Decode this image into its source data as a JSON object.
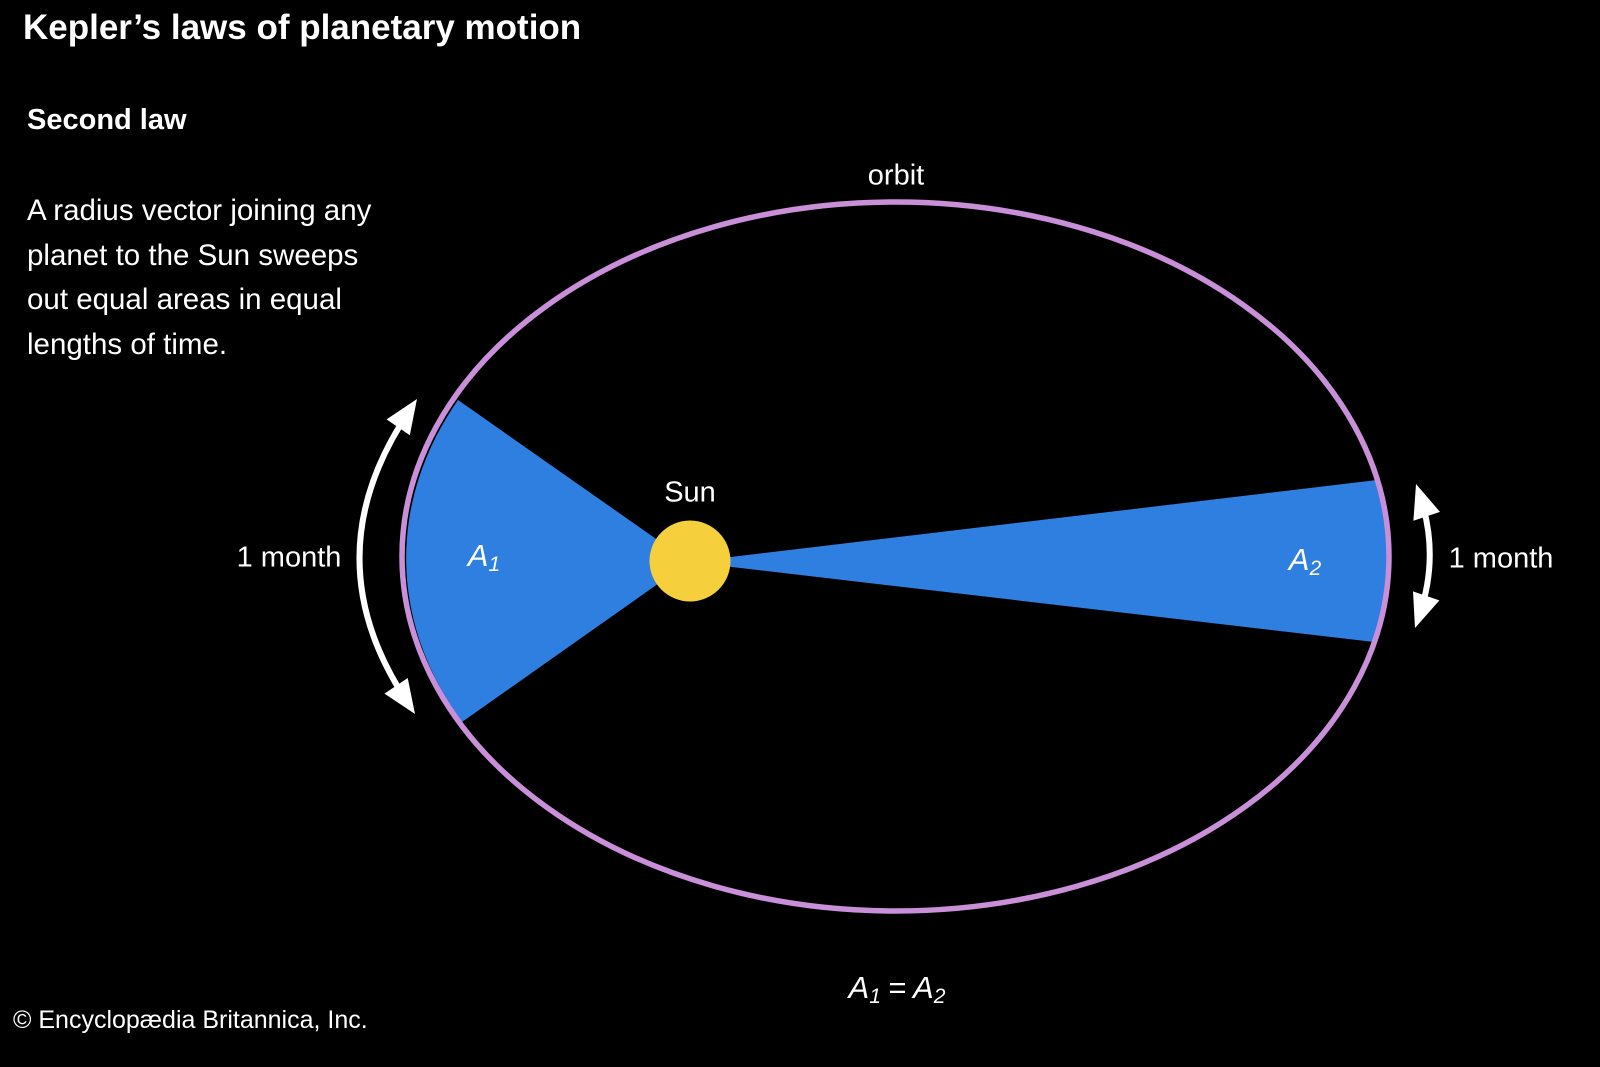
{
  "page": {
    "title": "Kepler’s laws of planetary motion",
    "section_label": "Second law",
    "description": "A radius vector joining any\nplanet to the Sun sweeps\nout equal areas in equal\nlengths of time.",
    "copyright": "© Encyclopædia Britannica, Inc."
  },
  "diagram": {
    "orbit_label": "orbit",
    "sun_label": "Sun",
    "area1": {
      "base": "A",
      "sub": "1"
    },
    "area2": {
      "base": "A",
      "sub": "2"
    },
    "left_interval_label": "1 month",
    "right_interval_label": "1 month",
    "equation": {
      "lhs_base": "A",
      "lhs_sub": "1",
      "op": "=",
      "rhs_base": "A",
      "rhs_sub": "2"
    },
    "colors": {
      "background": "#000000",
      "text": "#ffffff",
      "orbit_stroke": "#c98fd8",
      "sweep_area_fill": "#2e7fe0",
      "sun_fill": "#f5d03c",
      "arrow": "#ffffff"
    }
  }
}
